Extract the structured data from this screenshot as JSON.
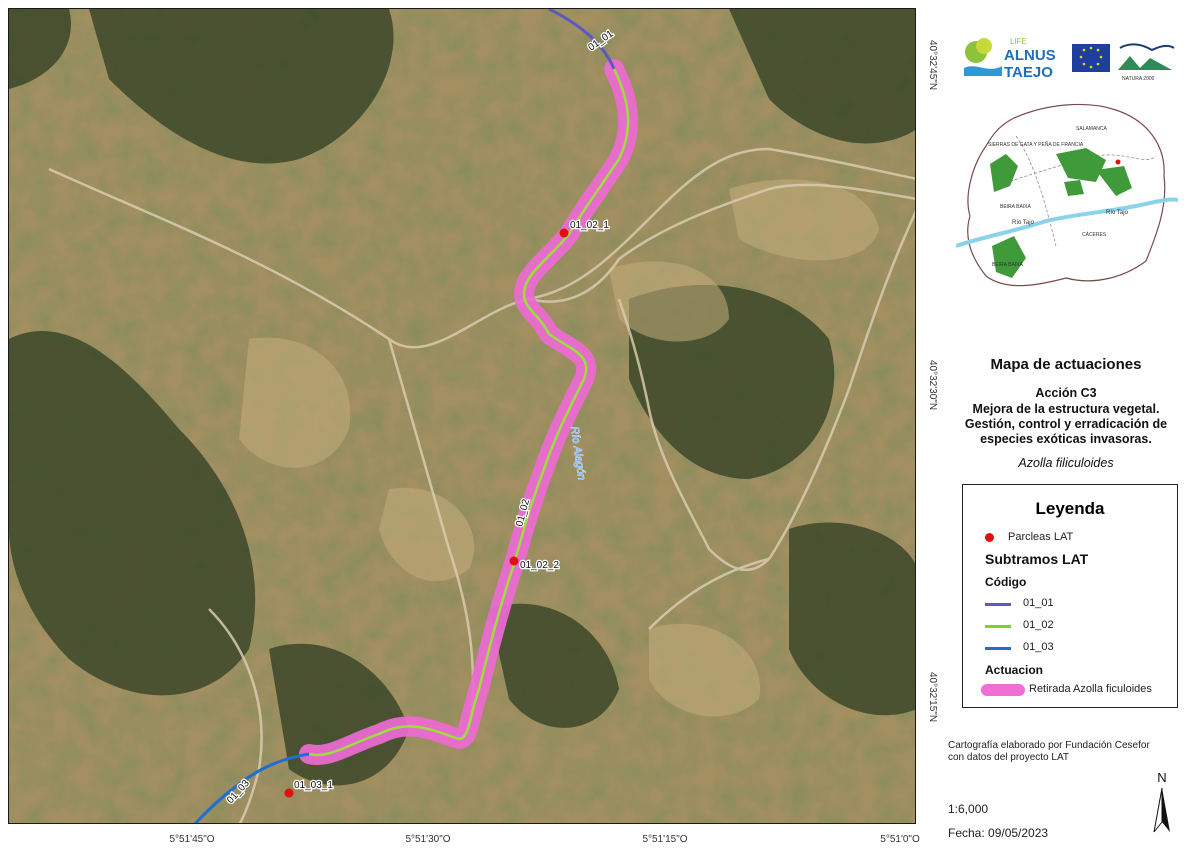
{
  "map": {
    "segment_labels": [
      "01_01",
      "01_02",
      "01_03"
    ],
    "parcel_labels": [
      "01_02_1",
      "01_02_2",
      "01_03_1"
    ],
    "river_label": "Río Alagón",
    "lat_labels": [
      "40°32'45\"N",
      "40°32'30\"N",
      "40°32'15\"N"
    ],
    "lon_labels": [
      "5°51'45\"O",
      "5°51'30\"O",
      "5°51'15\"O",
      "5°51'0\"O"
    ]
  },
  "logos": {
    "life_text": "LIFE",
    "alnus_text": "ALNUS",
    "taejo_text": "TAEJO",
    "natura_text": "NATURA 2000"
  },
  "location_map": {
    "labels": [
      "SALAMANCA",
      "SIERRAS DE GATA Y PEÑA DE FRANCIA",
      "Río Tajo",
      "Río Tajo",
      "CÁCERES",
      "BEIRA BAIXA",
      "BEIRA BAIXA"
    ]
  },
  "title": {
    "main": "Mapa de actuaciones",
    "action": "Acción C3",
    "desc_lines": [
      "Mejora de la estructura vegetal.",
      "Gestión, control y erradicación de",
      "especies exóticas invasoras."
    ],
    "species": "Azolla filiculoides"
  },
  "legend": {
    "title": "Leyenda",
    "parcels": "Parcleas LAT",
    "subtramos": "Subtramos LAT",
    "codigo": "Código",
    "codes": [
      {
        "label": "01_01",
        "color": "#5b5bbf"
      },
      {
        "label": "01_02",
        "color": "#7ed321"
      },
      {
        "label": "01_03",
        "color": "#1e6fd0"
      }
    ],
    "actuacion": "Actuacion",
    "actuacion_item": "Retirada Azolla ficuloides"
  },
  "credits": [
    "Cartografía elaborado por Fundación Cesefor",
    "con datos del proyecto LAT"
  ],
  "scale": "1:6,000",
  "date": "Fecha: 09/05/2023",
  "north_label": "N"
}
